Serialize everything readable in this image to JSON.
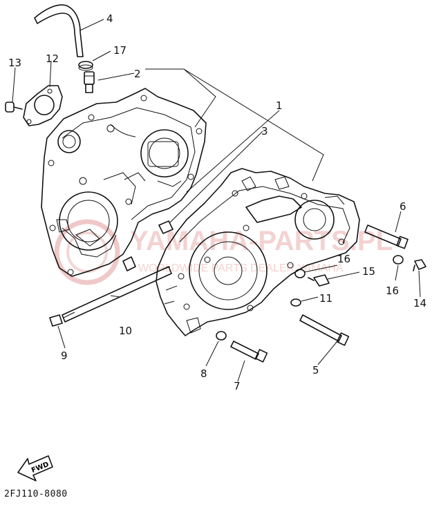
{
  "diagram": {
    "reference_code": "2FJ110-8080",
    "fwd_label": "FWD",
    "watermark": {
      "title": "YAMAHA-PARTS.PL",
      "subtitle": "WORLDWIDE PARTS DEALER YAMAHA"
    },
    "callouts": [
      {
        "id": "1",
        "label": "1"
      },
      {
        "id": "2",
        "label": "2"
      },
      {
        "id": "3",
        "label": "3"
      },
      {
        "id": "4",
        "label": "4"
      },
      {
        "id": "5",
        "label": "5"
      },
      {
        "id": "6",
        "label": "6"
      },
      {
        "id": "7",
        "label": "7"
      },
      {
        "id": "8",
        "label": "8"
      },
      {
        "id": "9",
        "label": "9"
      },
      {
        "id": "10",
        "label": "10"
      },
      {
        "id": "11",
        "label": "11"
      },
      {
        "id": "12",
        "label": "12"
      },
      {
        "id": "13",
        "label": "13"
      },
      {
        "id": "14",
        "label": "14"
      },
      {
        "id": "15",
        "label": "15"
      },
      {
        "id": "16a",
        "label": "16"
      },
      {
        "id": "16b",
        "label": "16"
      },
      {
        "id": "17",
        "label": "17"
      }
    ]
  }
}
